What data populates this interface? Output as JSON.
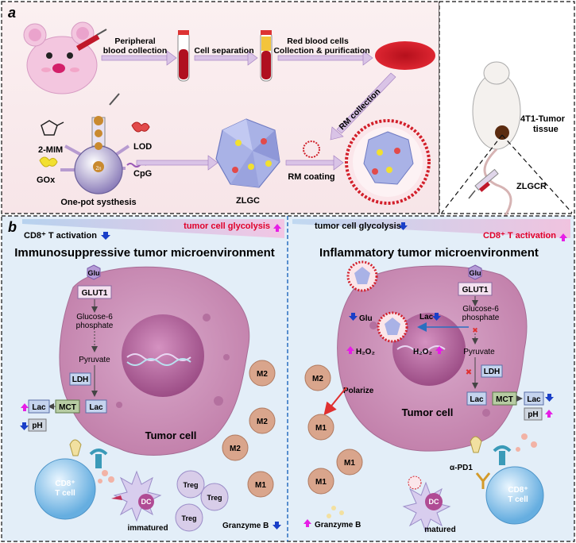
{
  "panel_a": {
    "label": "a",
    "step_peripheral": [
      "Peripheral",
      "blood collection"
    ],
    "step_separation": "Cell separation",
    "step_rbc": [
      "Red blood cells",
      "Collection & purification"
    ],
    "rm_collection": "RM  collection",
    "mim": "2-MIM",
    "gox": "GOx",
    "lod": "LOD",
    "cpg": "CpG",
    "zn": "Zn",
    "one_pot": "One-pot systhesis",
    "zlgc": "ZLGC",
    "rm_coating": "RM coating",
    "tumor_tissue": [
      "4T1-Tumor",
      "tissue"
    ],
    "zlgcr": "ZLGCR"
  },
  "panel_b": {
    "label": "b",
    "left": {
      "cd8_activation": "CD8⁺ T activation",
      "glycolysis": "tumor cell glycolysis",
      "title": "Immunosuppressive tumor microenvironment",
      "glu": "Glu",
      "glut1": "GLUT1",
      "g6p": [
        "Glucose-6",
        "phosphate"
      ],
      "pyruvate": "Pyruvate",
      "ldh": "LDH",
      "lac_in": "Lac",
      "mct": "MCT",
      "lac_out": "Lac",
      "ph": "pH",
      "tumor_cell": "Tumor cell",
      "cd8_cell": [
        "CD8⁺",
        "T cell"
      ],
      "dc": "DC",
      "immatured": "immatured",
      "treg": "Treg",
      "m2": "M2",
      "m1": "M1",
      "granzyme": "Granzyme B"
    },
    "right": {
      "glycolysis": "tumor cell glycolysis",
      "cd8_activation": "CD8⁺ T activation",
      "title": "Inflammatory tumor microenvironment",
      "glu": "Glu",
      "glut1": "GLUT1",
      "g6p": [
        "Glucose-6",
        "phosphate"
      ],
      "glu_in": "Glu",
      "lac_in": "Lac",
      "h2o2_a": "H₂O₂",
      "h2o2_b": "H₂O₂",
      "pyruvate": "Pyruvate",
      "ldh": "LDH",
      "lac_out": "Lac",
      "mct": "MCT",
      "lac_ext": "Lac",
      "ph": "pH",
      "polarize": "Polarize",
      "tumor_cell": "Tumor cell",
      "m2": "M2",
      "m1": "M1",
      "apd1": "α-PD1",
      "dc": "DC",
      "matured": "matured",
      "cd8_cell": [
        "CD8⁺",
        "T cell"
      ],
      "granzyme": "Granzyme B"
    }
  },
  "colors": {
    "up_arrow": "#e61ee6",
    "down_arrow": "#1a3fc8",
    "tumor": "#c88fb7",
    "red_label": "#e0002a",
    "panel_bg": "#e3eef8"
  }
}
